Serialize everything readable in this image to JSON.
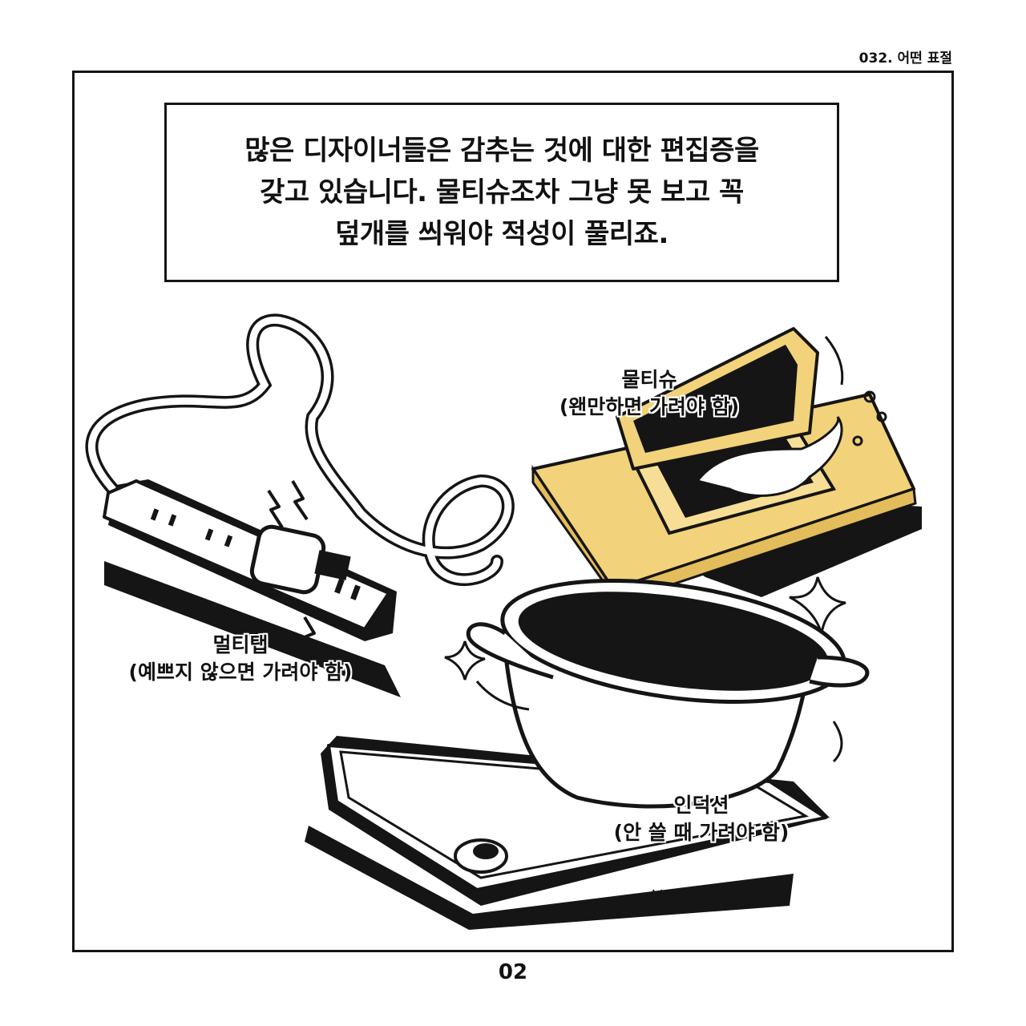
{
  "header": {
    "episode": "032. 어떤 표절"
  },
  "caption": {
    "lines": [
      "많은 디자이너들은 감추는 것에 대한 편집증을",
      "갖고 있습니다. 물티슈조차 그냥 못 보고 꼭",
      "덮개를 씌워야 적성이 풀리죠."
    ]
  },
  "labels": {
    "wet_wipes": {
      "title": "물티슈",
      "note": "(왠만하면 가려야 함)"
    },
    "power_strip": {
      "title": "멀티탭",
      "note": "(예쁘지 않으면 가려야 함)"
    },
    "induction": {
      "title": "인덕션",
      "note": "(안 쓸 때 가려야 함)"
    }
  },
  "footer": {
    "page_number": "02"
  },
  "colors": {
    "ink": "#151515",
    "wipes_yellow": "#F2D27A",
    "paper": "#FFFFFF"
  }
}
